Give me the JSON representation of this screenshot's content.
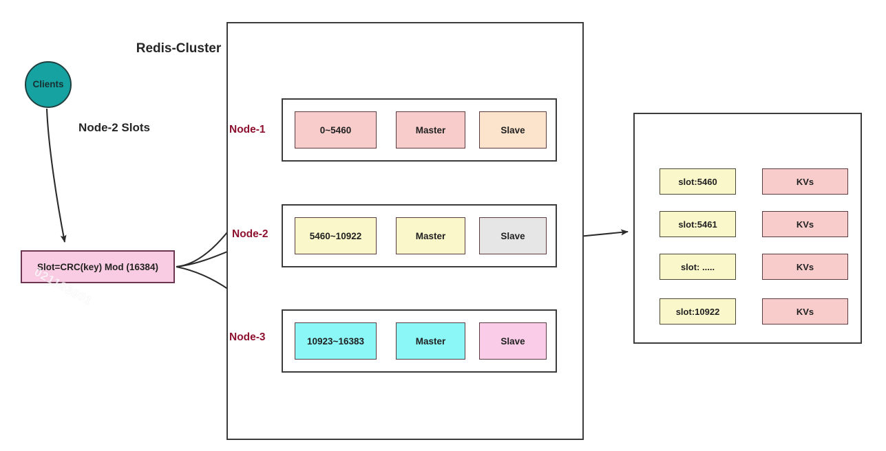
{
  "diagram": {
    "clients": {
      "label": "Clients"
    },
    "formula": {
      "label": "Slot=CRC(key) Mod (16384)",
      "watermark": "021183001"
    },
    "cluster": {
      "title": "Redis-Cluster",
      "nodes": [
        {
          "label": "Node-1",
          "range": "0~5460",
          "master": "Master",
          "slave": "Slave",
          "range_color": "#f9cccc",
          "master_color": "#f9cccc",
          "slave_color": "#fce4cc"
        },
        {
          "label": "Node-2",
          "range": "5460~10922",
          "master": "Master",
          "slave": "Slave",
          "range_color": "#faf7cb",
          "master_color": "#faf7cb",
          "slave_color": "#e6e6e6"
        },
        {
          "label": "Node-3",
          "range": "10923~16383",
          "master": "Master",
          "slave": "Slave",
          "range_color": "#8cf7f7",
          "master_color": "#8cf7f7",
          "slave_color": "#fbcce7"
        }
      ]
    },
    "slots_panel": {
      "title": "Node-2 Slots",
      "rows": [
        {
          "slot": "slot:5460",
          "kv": "KVs"
        },
        {
          "slot": "slot:5461",
          "kv": "KVs"
        },
        {
          "slot": "slot: .....",
          "kv": "KVs"
        },
        {
          "slot": "slot:10922",
          "kv": "KVs"
        }
      ]
    },
    "colors": {
      "teal": "#17a2a2",
      "pink_box": "#f9cce4",
      "node_label": "#8e1230",
      "stroke": "#3b3b3b"
    }
  }
}
